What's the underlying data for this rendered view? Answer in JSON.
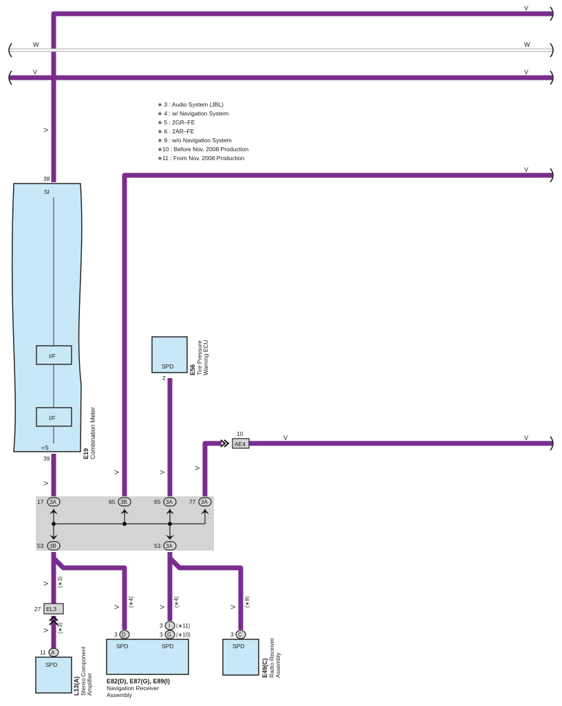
{
  "colors": {
    "wire_violet": "#7a2d8e",
    "wire_white": "#b8b8b8",
    "component_fill": "#c9e8f7",
    "junction_fill": "#d4d4d6",
    "connector_fill": "#d7d7d7"
  },
  "wire_labels": {
    "top_v": "V",
    "w_left": "W",
    "w_right": "W",
    "v2_left": "V",
    "v2_right": "V",
    "meter_in": "V",
    "ecu_feed": "V",
    "meter_out": "V",
    "b3_65": "V",
    "a3_65": "V",
    "a3_77": "V",
    "ae4_mid": "V",
    "ae4_right": "V",
    "sca": "V",
    "sca2": "V",
    "nav": "V",
    "nav2": "V",
    "radio": "V"
  },
  "notes": [
    "∗ 3 : Audio System (JBL)",
    "∗ 4 : w/ Navigation System",
    "∗ 5 : 2GR–FE",
    "∗ 6 : 2AR–FE",
    "∗ 9 : w/o Navigation System",
    "∗10 : Before Nov.  2008 Production",
    "∗11 : From Nov.  2008 Production"
  ],
  "meter": {
    "pin_si_num": "38",
    "pin_si": "SI",
    "if1": "I/F",
    "if2": "I/F",
    "pin_s": "+S",
    "pin_s_num": "39",
    "code": "E19",
    "name": "Combination Meter"
  },
  "tpw": {
    "pin": "SPD",
    "pin_num": "2",
    "code": "E56",
    "name_line1": "Tire Pressure",
    "name_line2": "Warning ECU"
  },
  "ae4": {
    "label": "AE4",
    "num": "10"
  },
  "junction": {
    "p17_num": "17",
    "p17": "3A",
    "p65b_num": "65",
    "p65b": "3B",
    "p65a_num": "65",
    "p65a": "3A",
    "p77_num": "77",
    "p77": "3A",
    "p53b_num": "53",
    "p53b": "3B",
    "p53a_num": "53",
    "p53a": "3A"
  },
  "cond": {
    "c3a": "(∗3)",
    "c3b": "(∗3)",
    "c4a": "(∗4)",
    "c4b": "(∗4)",
    "c9": "(∗9)",
    "c11": "(∗11)",
    "c10": "(∗10)"
  },
  "el3": {
    "label": "EL3",
    "num": "27"
  },
  "sca": {
    "pin_num": "11",
    "conn": "A",
    "pin": "SPD",
    "code": "L13(A)",
    "name_line1": "Stereo Component",
    "name_line2": "Amplifier"
  },
  "nav": {
    "pin_d_num": "3",
    "conn_d": "D",
    "pin_i_num": "3",
    "conn_i": "I",
    "pin_g_num": "3",
    "conn_g": "G",
    "pin1": "SPD",
    "pin2": "SPD",
    "code": "E82(D), E87(G), E89(I)",
    "name_line1": "Navigation Receiver",
    "name_line2": "Assembly"
  },
  "radio": {
    "pin_num": "3",
    "conn": "C",
    "pin": "SPD",
    "code": "E49(C)",
    "name_line1": "Radio Receiver",
    "name_line2": "Assembly"
  }
}
